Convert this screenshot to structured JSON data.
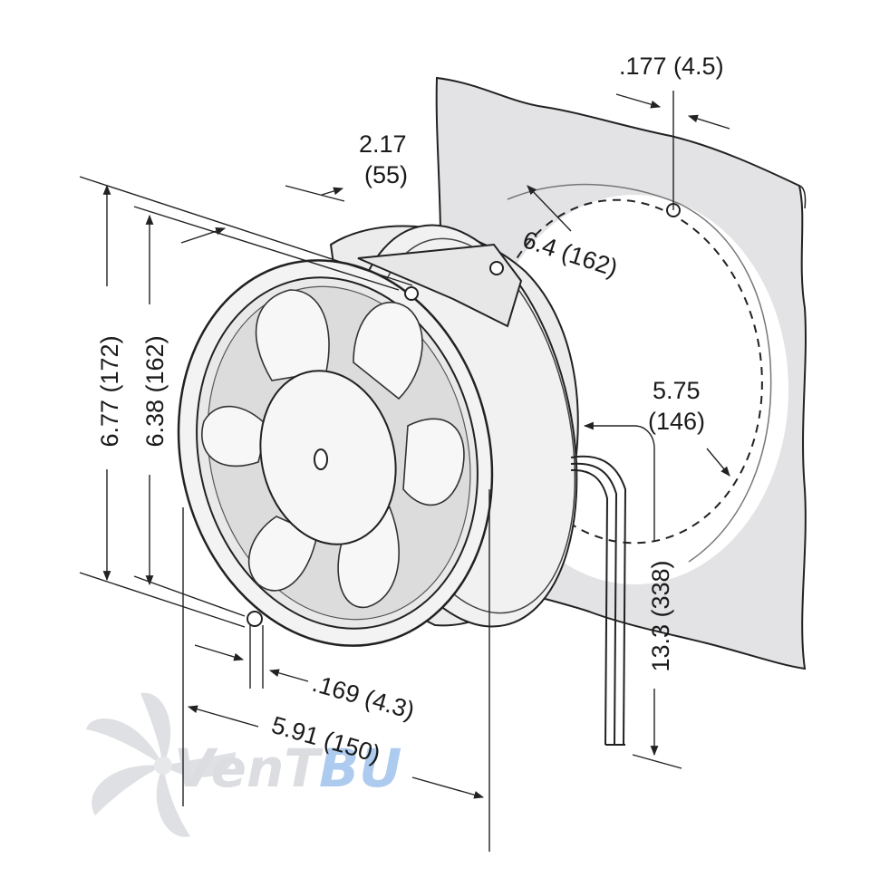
{
  "dimensions": {
    "overall_height": [
      "6.77",
      "(172)"
    ],
    "flange_height": [
      "6.38",
      "(162)"
    ],
    "depth": [
      "2.17",
      "(55)"
    ],
    "mount_hole_top": ".177 (4.5)",
    "cutout_diameter": "6.4 (162)",
    "hole_circle": [
      "5.75",
      "(146)"
    ],
    "lead_length": "13.3 (338)",
    "mount_hole_bottom": ".169 (4.3)",
    "overall_width": [
      "5.91",
      "(150)"
    ]
  },
  "watermark": {
    "text_main": "VenT",
    "text_accent": "BU"
  },
  "colors": {
    "line": "#222222",
    "panel": "#e3e3e6",
    "fan_body": "#ececec",
    "watermark_gray": "#d6d8dc",
    "watermark_blue": "#9fc3ec"
  }
}
